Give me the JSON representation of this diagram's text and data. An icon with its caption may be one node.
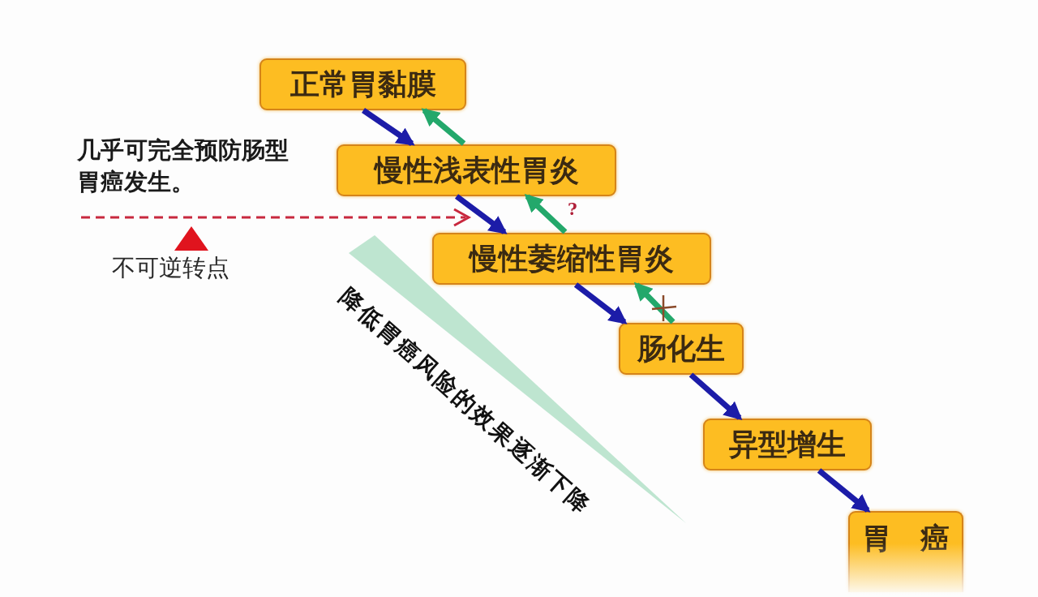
{
  "diagram": {
    "nodes": [
      {
        "text": [
          "正常胃黏膜"
        ]
      },
      {
        "text": [
          "慢性浅表性胃炎"
        ]
      },
      {
        "text": [
          "慢性萎缩性胃炎"
        ]
      },
      {
        "text": [
          "肠化生"
        ]
      },
      {
        "text": [
          "异型增生"
        ]
      },
      {
        "text": [
          "胃癌"
        ]
      }
    ],
    "edges": [
      {
        "from": 0,
        "to": 1,
        "arrow": "to"
      },
      {
        "from": 1,
        "to": 0,
        "arrow": "to",
        "color": "#23a86b"
      },
      {
        "from": 1,
        "to": 2,
        "arrow": "to"
      },
      {
        "from": 2,
        "to": 1,
        "arrow": "to",
        "color": "#23a86b",
        "label": "?"
      },
      {
        "from": 2,
        "to": 3,
        "arrow": "to"
      },
      {
        "from": 3,
        "to": 2,
        "arrow": "to",
        "color": "#23a86b"
      },
      {
        "from": 3,
        "to": 4,
        "arrow": "to"
      },
      {
        "from": 4,
        "to": 5,
        "arrow": "to"
      }
    ],
    "labels": [
      "几乎可完全预防肠型胃癌发生。",
      "不可逆转点",
      "降低胃癌风险的效果逐渐下降"
    ]
  }
}
